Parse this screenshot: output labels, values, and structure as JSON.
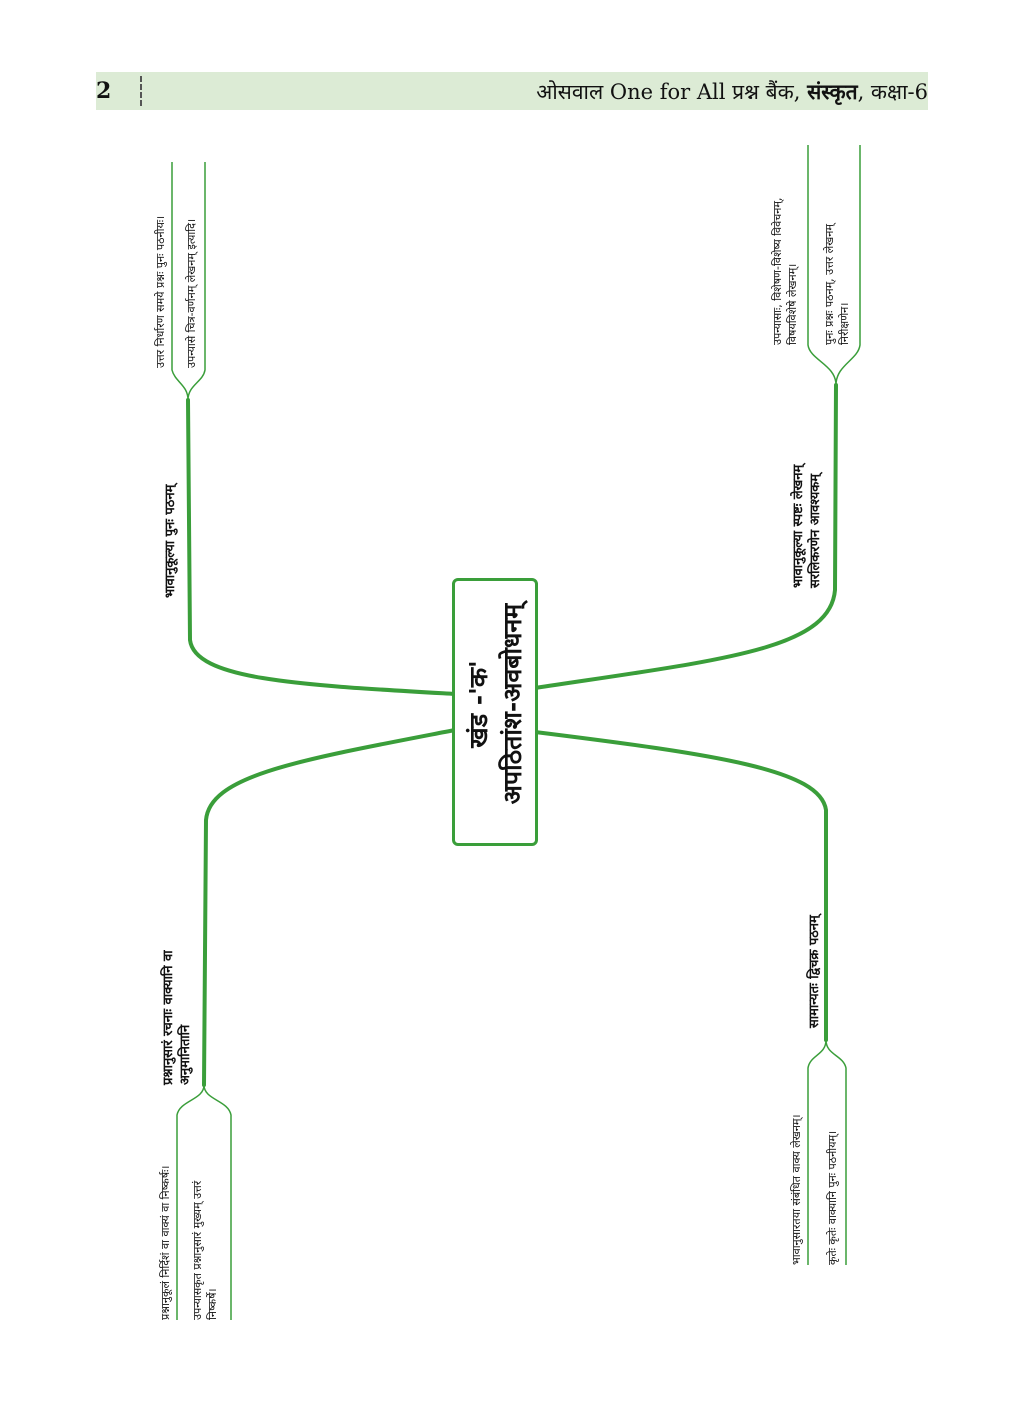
{
  "header": {
    "page_number": "2",
    "title_prefix": "ओसवाल One for All प्रश्न बैंक, ",
    "title_bold": "संस्कृत",
    "title_suffix": ", कक्षा-6"
  },
  "mindmap": {
    "center": {
      "line1": "खंड -'क'",
      "line2": "अपठितांश-अवबोधनम्"
    },
    "branches": [
      {
        "id": "top-left",
        "label": [
          "भावानुकूल्या पुनः पठनम्"
        ],
        "leaves": [
          "उत्तर निर्धारण समये प्रश्नः पुनः पठनीयः।",
          "उपन्यासे चित्र-वर्णनम् लेखनम् इत्यादि।"
        ]
      },
      {
        "id": "bottom-left",
        "label": [
          "प्रश्नानुसारं रचनाः वाक्यानि वा",
          "अनुमानितानि"
        ],
        "leaves": [
          "प्रश्नानुकूलं निर्दिशं वा वाक्यं वा निष्कर्षः।",
          "उपन्यासकृत प्रश्नानुसारं मुख्यम् उत्तरं",
          "निष्कर्षे।"
        ]
      },
      {
        "id": "top-right",
        "label": [
          "भावानुकूल्या स्पष्टः लेखनम्",
          "सरलिकरणेन आवश्यकम्"
        ],
        "leaves": [
          "उपन्यासाः, विशेषण-विशेष्य विवेचनम्,",
          "विषयविशेषे लेखनम्।",
          "पुनः प्रश्नः पठनम्, उत्तर लेखनम्",
          "निरीक्षणेन।"
        ]
      },
      {
        "id": "bottom-right",
        "label": [
          "सामान्यतः द्विचक्र पठनम्"
        ],
        "leaves": [
          "भावानुसारतया संबंधित वाक्य लेखनम्।",
          "कृतेः कृतेः वाक्यानि पुनः पठनीयम्।"
        ]
      }
    ]
  },
  "colors": {
    "branch_line": "#3a9e3a",
    "header_band": "#dcebd5"
  }
}
